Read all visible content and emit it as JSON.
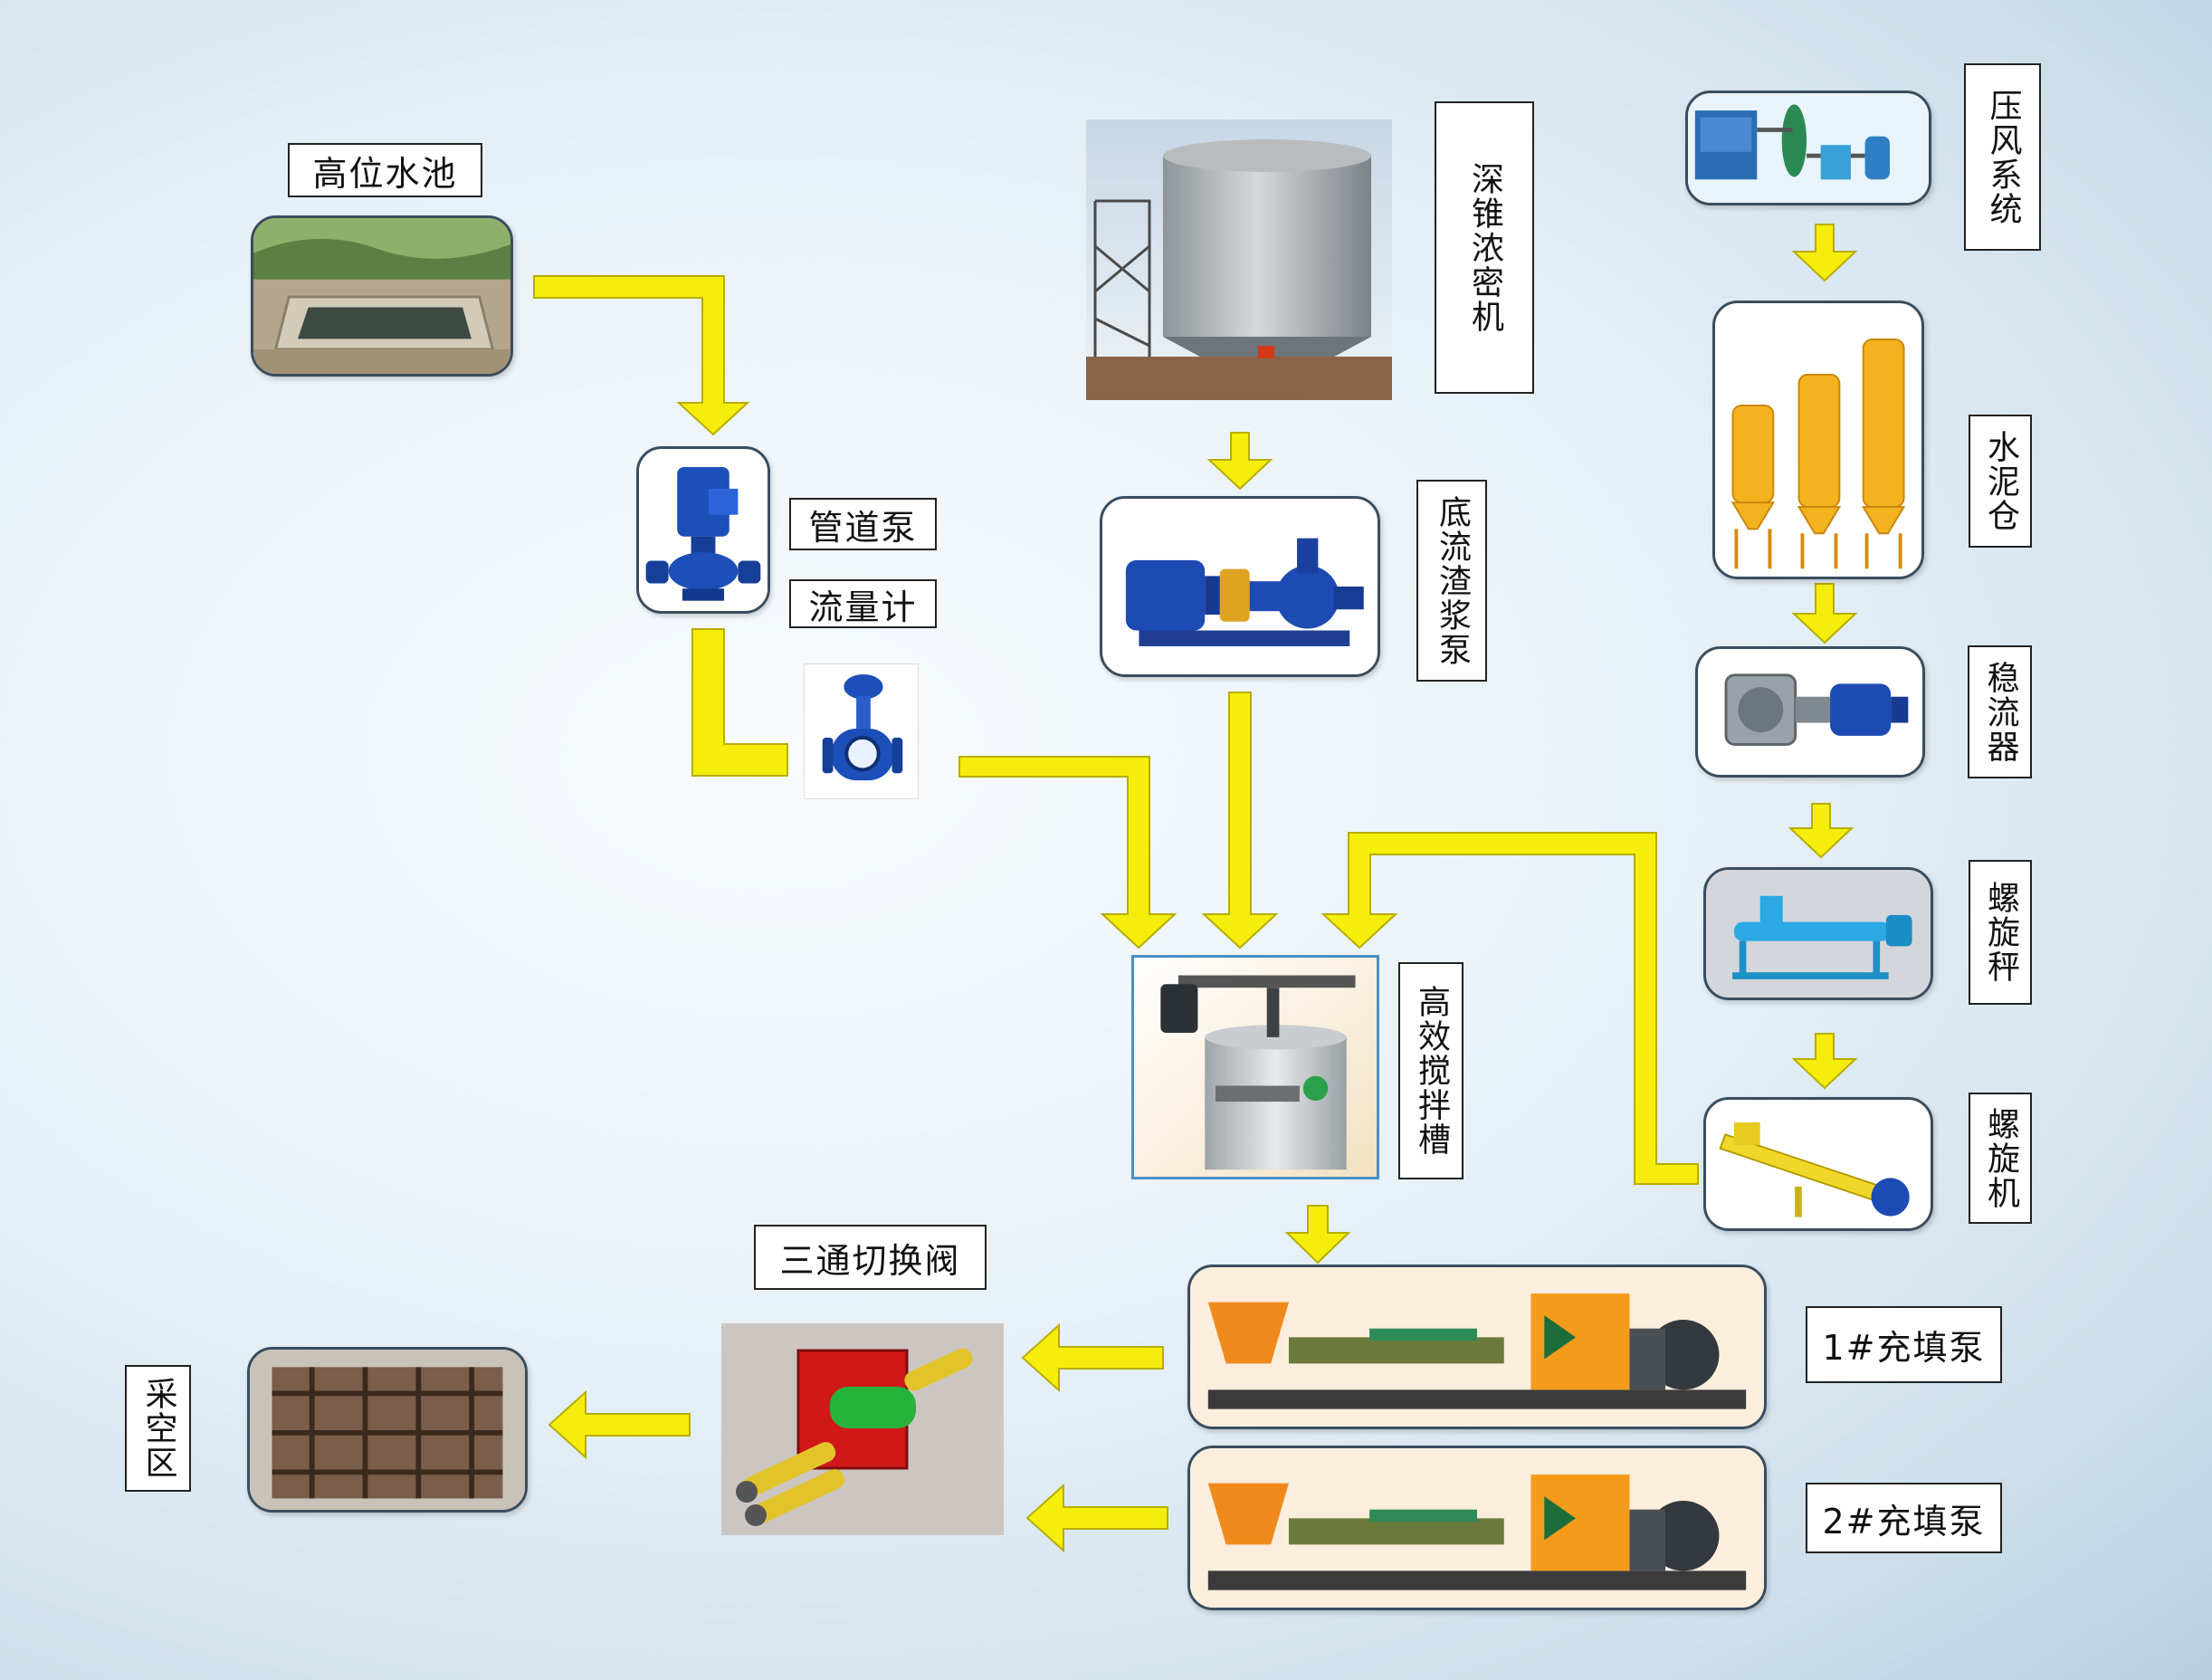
{
  "labels": {
    "reservoir": "高位水池",
    "pipeline_pump": "管道泵",
    "flowmeter": "流量计",
    "thickener": "深锥浓密机",
    "underflow_pump": "底流渣浆泵",
    "air_system": "压风系统",
    "cement_silo": "水泥仓",
    "stabilizer": "稳流器",
    "screw_scale": "螺旋秤",
    "screw_conveyor": "螺旋机",
    "agitator": "高效搅拌槽",
    "three_way_valve": "三通切换阀",
    "fill_pump_1": "1#充填泵",
    "fill_pump_2": "2#充填泵",
    "goaf": "采空区"
  },
  "colors": {
    "arrow": "#f5ee0c",
    "arrow_edge": "#b7ad00",
    "label_border": "#222222",
    "node_border": "#3a4d5e"
  },
  "flow": [
    [
      "高位水池",
      "管道泵"
    ],
    [
      "管道泵",
      "流量计"
    ],
    [
      "流量计",
      "高效搅拌槽"
    ],
    [
      "深锥浓密机",
      "底流渣浆泵"
    ],
    [
      "底流渣浆泵",
      "高效搅拌槽"
    ],
    [
      "压风系统",
      "水泥仓"
    ],
    [
      "水泥仓",
      "稳流器"
    ],
    [
      "稳流器",
      "螺旋秤"
    ],
    [
      "螺旋秤",
      "螺旋机"
    ],
    [
      "螺旋机",
      "高效搅拌槽"
    ],
    [
      "高效搅拌槽",
      "1#充填泵"
    ],
    [
      "1#充填泵",
      "三通切换阀"
    ],
    [
      "2#充填泵",
      "三通切换阀"
    ],
    [
      "三通切换阀",
      "采空区"
    ]
  ]
}
